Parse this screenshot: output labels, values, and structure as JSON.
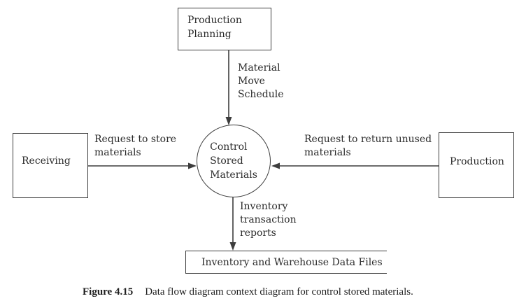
{
  "process": {
    "label": "Control\nStored\nMaterials"
  },
  "entities": {
    "production_planning": {
      "label": "Production\nPlanning"
    },
    "receiving": {
      "label": "Receiving"
    },
    "production": {
      "label": "Production"
    }
  },
  "data_store": {
    "label": "Inventory and Warehouse Data Files"
  },
  "flows": {
    "material_move_schedule": {
      "label": "Material\nMove\nSchedule",
      "from": "Production Planning",
      "to": "Control Stored Materials"
    },
    "request_to_store": {
      "label": "Request to store\nmaterials",
      "from": "Receiving",
      "to": "Control Stored Materials"
    },
    "request_to_return": {
      "label": "Request to return unused\nmaterials",
      "from": "Production",
      "to": "Control Stored Materials"
    },
    "inventory_transaction_reports": {
      "label": "Inventory\ntransaction\nreports",
      "from": "Control Stored Materials",
      "to": "Inventory and Warehouse Data Files"
    }
  },
  "caption": {
    "figure_label": "Figure 4.15",
    "text": "Data flow diagram context diagram for control stored materials."
  },
  "colors": {
    "line": "#3d3d3d",
    "text": "#2b2b2b",
    "background": "#ffffff"
  }
}
